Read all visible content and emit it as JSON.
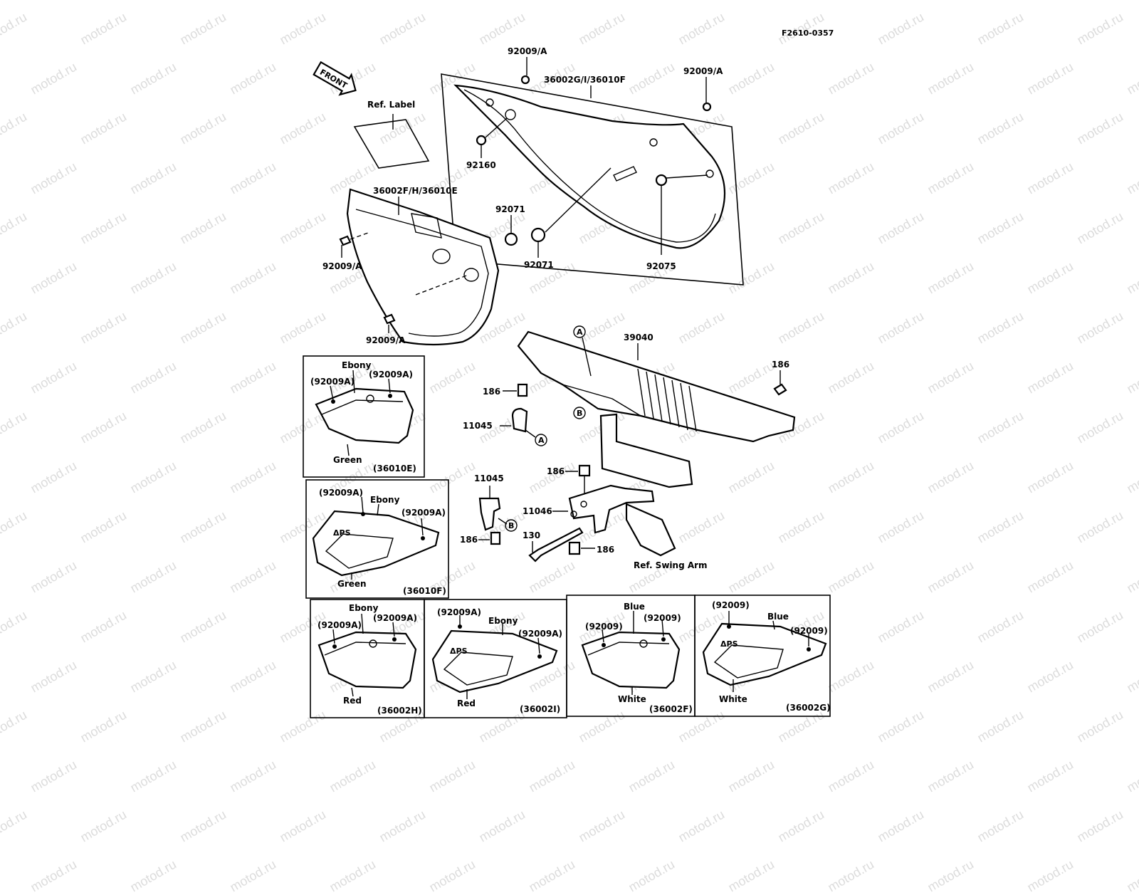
{
  "drawing_code": "F2610-0357",
  "watermark_text": "motod.ru",
  "front_label": "FRONT",
  "main_labels": {
    "ref_label": "Ref. Label",
    "cover_right": "36002G/I/36010F",
    "cover_left": "36002F/H/36010E",
    "clip_top": "92009/A",
    "clip_top_right": "92009/A",
    "clip_left": "92009/A",
    "clip_bottom": "92009/A",
    "grommet": "92160",
    "damper_left": "92071",
    "damper_center": "92071",
    "damper_right": "92075",
    "chain_guard": "39040",
    "bolt_right": "186",
    "bolt_a": "186",
    "bracket_a": "11045",
    "bracket_b": "11045",
    "bolt_b": "186",
    "bracket_c": "11046",
    "bolt_c": "186",
    "bolt_long": "130",
    "bolt_d": "186",
    "ref_swing_arm": "Ref. Swing Arm",
    "marker_a": "A",
    "marker_b": "B"
  },
  "variants": [
    {
      "code": "(36010E)",
      "top_color": "Ebony",
      "bottom_color": "Green",
      "clip_left": "(92009A)",
      "clip_right": "(92009A)"
    },
    {
      "code": "(36010F)",
      "top_color": "Ebony",
      "bottom_color": "Green",
      "clip_left": "(92009A)",
      "clip_right": "(92009A)"
    },
    {
      "code": "(36002H)",
      "top_color": "Ebony",
      "bottom_color": "Red",
      "clip_left": "(92009A)",
      "clip_right": "(92009A)"
    },
    {
      "code": "(36002I)",
      "top_color": "Ebony",
      "bottom_color": "Red",
      "clip_left": "(92009A)",
      "clip_right": "(92009A)"
    },
    {
      "code": "(36002F)",
      "top_color": "Blue",
      "bottom_color": "White",
      "clip_left": "(92009)",
      "clip_right": "(92009)"
    },
    {
      "code": "(36002G)",
      "top_color": "Blue",
      "bottom_color": "White",
      "clip_left": "(92009)",
      "clip_right": "(92009)"
    }
  ]
}
